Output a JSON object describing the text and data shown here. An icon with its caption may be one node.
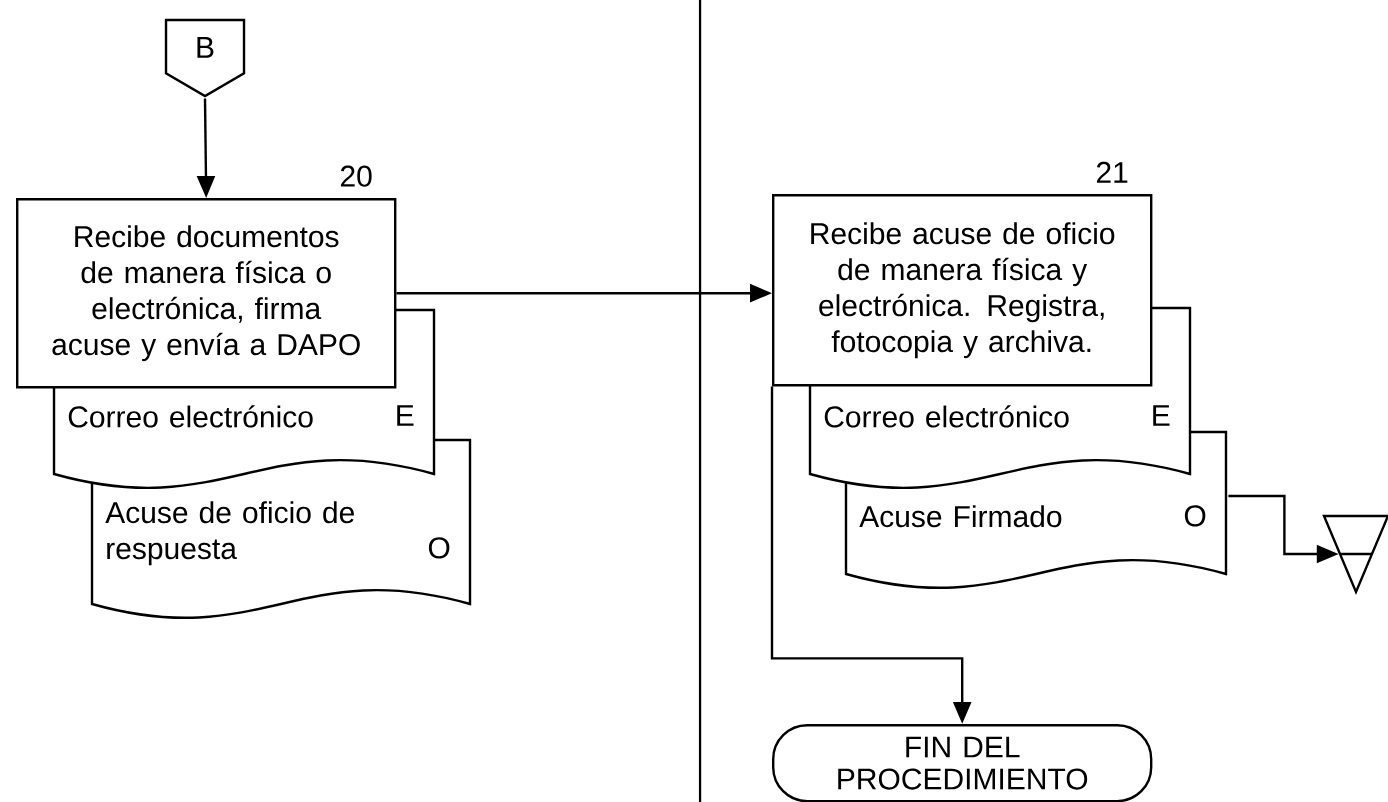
{
  "diagram": {
    "nodes": [
      {
        "text": [
          "B"
        ]
      },
      {
        "text": [
          "Recibe documentos de manera física o electrónica, firma acuse y envía a DAPO"
        ],
        "beside": [
          "20"
        ]
      },
      {
        "text": [
          "Correo electrónico",
          "E"
        ]
      },
      {
        "text": [
          "Acuse de oficio de respuesta",
          "O"
        ]
      },
      {
        "text": [
          "Recibe acuse de oficio de manera física y electrónica. Registra, fotocopia y archiva."
        ],
        "beside": [
          "21"
        ]
      },
      {
        "text": [
          "Correo electrónico",
          "E"
        ]
      },
      {
        "text": [
          "Acuse Firmado",
          "O"
        ]
      },
      {
        "text": [],
        "shape": "triangle"
      },
      {
        "text": [
          "FIN DEL PROCEDIMIENTO"
        ]
      }
    ],
    "edges": [
      {
        "from": 0,
        "to": 1,
        "arrow": "to"
      },
      {
        "from": 1,
        "to": 4,
        "arrow": "to"
      },
      {
        "from": 4,
        "to": 8,
        "arrow": "to"
      },
      {
        "from": 6,
        "to": 7,
        "arrow": "to"
      }
    ]
  }
}
